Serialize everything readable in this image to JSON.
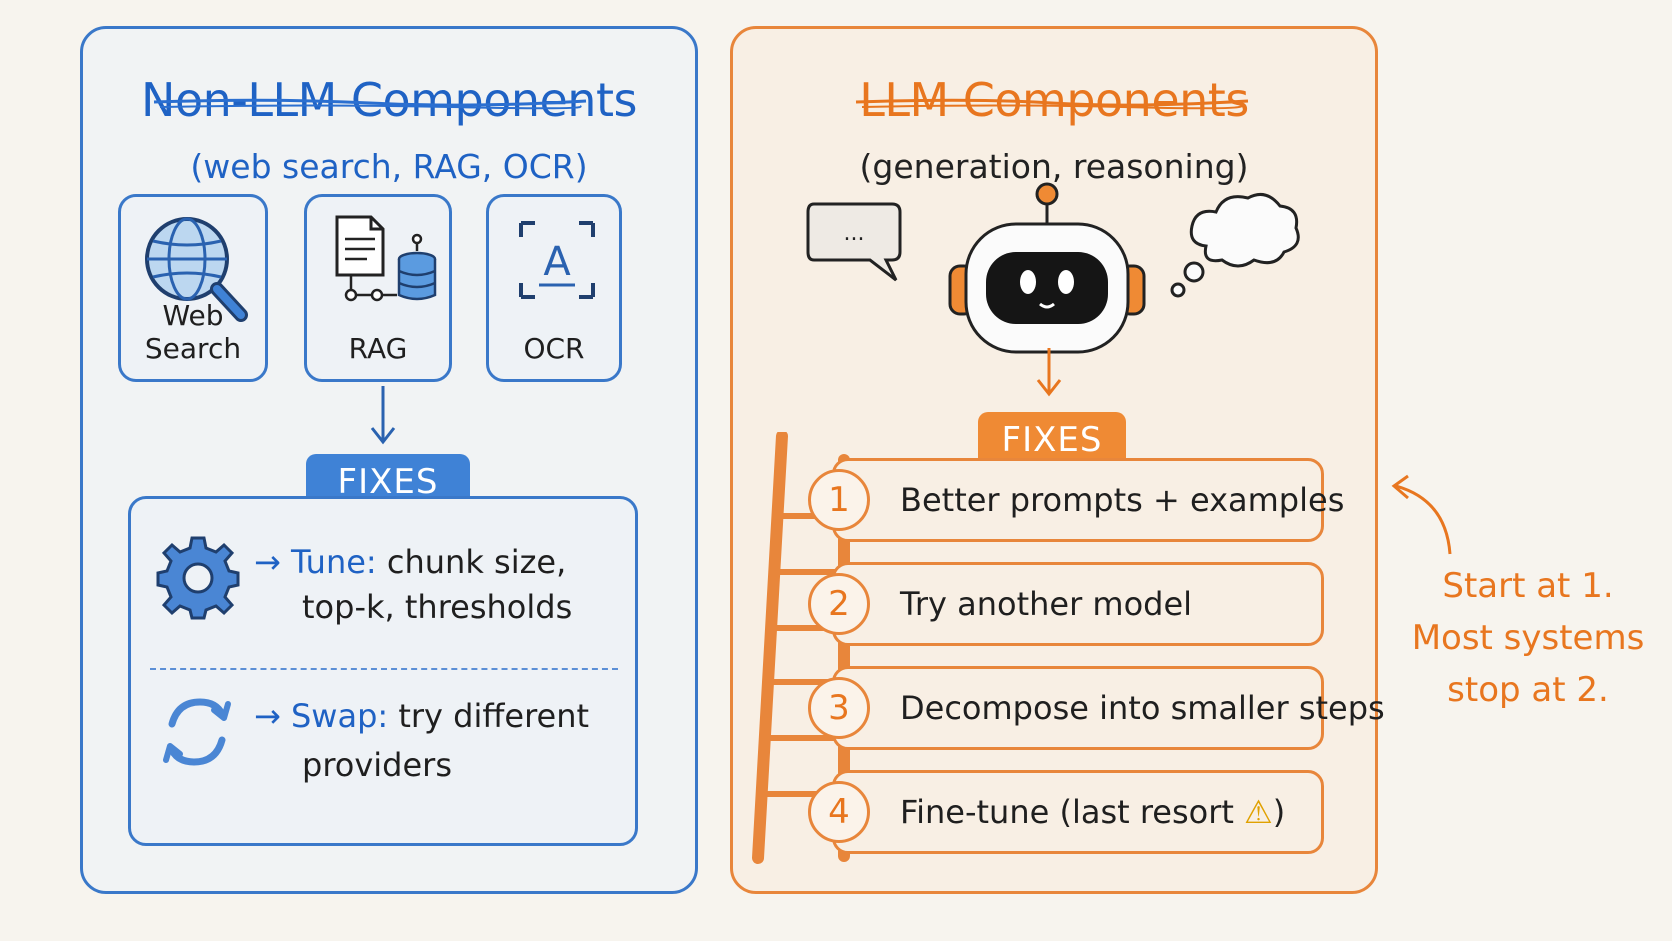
{
  "left_panel": {
    "title": "Non-LLM Components",
    "subtitle": "(web search, RAG, OCR)",
    "tiles": [
      {
        "label": "Web Search",
        "icon": "globe-magnifier-icon"
      },
      {
        "label": "RAG",
        "icon": "document-database-icon"
      },
      {
        "label": "OCR",
        "icon": "text-scan-icon"
      }
    ],
    "badge": "FIXES",
    "fixes": [
      {
        "icon": "gear-icon",
        "arrow": "→",
        "keyword": "Tune:",
        "text_line1": "chunk size,",
        "text_line2": "top-k, thresholds"
      },
      {
        "icon": "refresh-icon",
        "arrow": "→",
        "keyword": "Swap:",
        "text_line1": "try different",
        "text_line2": "providers"
      }
    ]
  },
  "right_panel": {
    "title": "LLM Components",
    "subtitle": "(generation, reasoning)",
    "icons": [
      "speech-bubble-icon",
      "robot-icon",
      "thought-cloud-icon"
    ],
    "speech_bubble_text": "...",
    "badge": "FIXES",
    "steps": [
      {
        "number": "1",
        "label": "Better prompts + examples"
      },
      {
        "number": "2",
        "label": "Try another model"
      },
      {
        "number": "3",
        "label": "Decompose into smaller steps"
      },
      {
        "number": "4",
        "label": "Fine-tune (last resort",
        "warning": "⚠",
        "closing": ")"
      }
    ]
  },
  "side_note": {
    "line1": "Start at 1.",
    "line2": "Most systems",
    "line3": "stop at 2."
  },
  "colors": {
    "blue": "#3a78c9",
    "orange": "#e8863b",
    "background": "#f7f4ee"
  }
}
